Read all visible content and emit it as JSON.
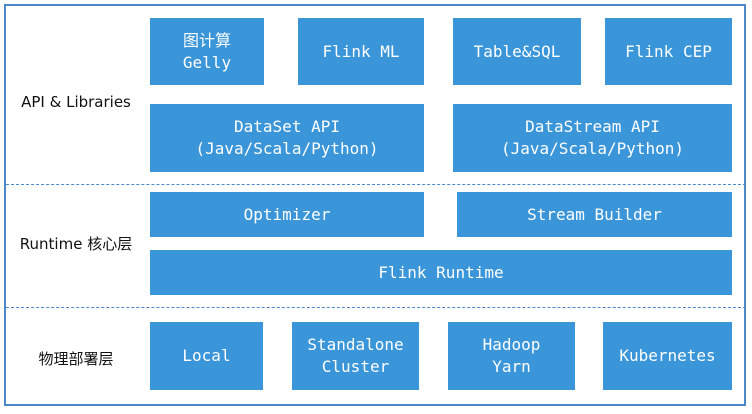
{
  "layers": {
    "api": {
      "label": "API & Libraries",
      "top_row": [
        {
          "line1": "图计算",
          "line2": "Gelly"
        },
        {
          "line1": "Flink ML"
        },
        {
          "line1": "Table&SQL"
        },
        {
          "line1": "Flink CEP"
        }
      ],
      "dataset": {
        "line1": "DataSet API",
        "line2": "(Java/Scala/Python)"
      },
      "datastream": {
        "line1": "DataStream API",
        "line2": "(Java/Scala/Python)"
      }
    },
    "runtime": {
      "label": "Runtime 核心层",
      "optimizer": "Optimizer",
      "stream_builder": "Stream Builder",
      "flink_runtime": "Flink Runtime"
    },
    "deploy": {
      "label": "物理部署层",
      "items": [
        {
          "line1": "Local"
        },
        {
          "line1": "Standalone",
          "line2": "Cluster"
        },
        {
          "line1": "Hadoop",
          "line2": "Yarn"
        },
        {
          "line1": "Kubernetes"
        }
      ]
    }
  },
  "colors": {
    "box_fill": "#3a95d9",
    "border": "#4d88c8",
    "box_text": "#ffffff"
  }
}
